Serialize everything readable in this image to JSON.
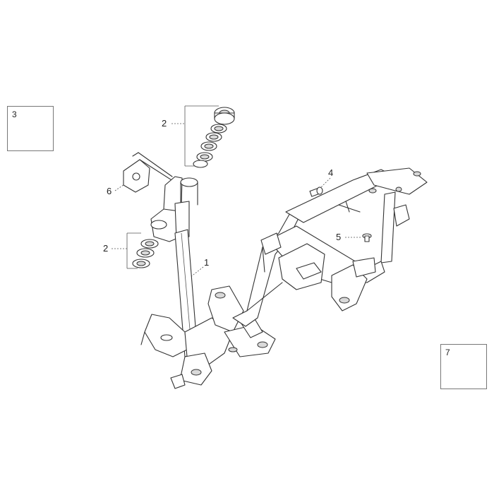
{
  "callouts": {
    "c1": "1",
    "c2_top": "2",
    "c2_bottom": "2",
    "c4": "4",
    "c5": "5",
    "c6": "6"
  },
  "insets": {
    "inset3_label": "3",
    "inset7_label": "7"
  },
  "parts": {
    "main_frame": "frame-icon",
    "steering_bearing_set": "bearing-icon",
    "clip_nut": "clip-nut-icon",
    "spacer": "spacer-icon",
    "bolt": "bolt-icon",
    "bracket": "bracket-icon"
  }
}
